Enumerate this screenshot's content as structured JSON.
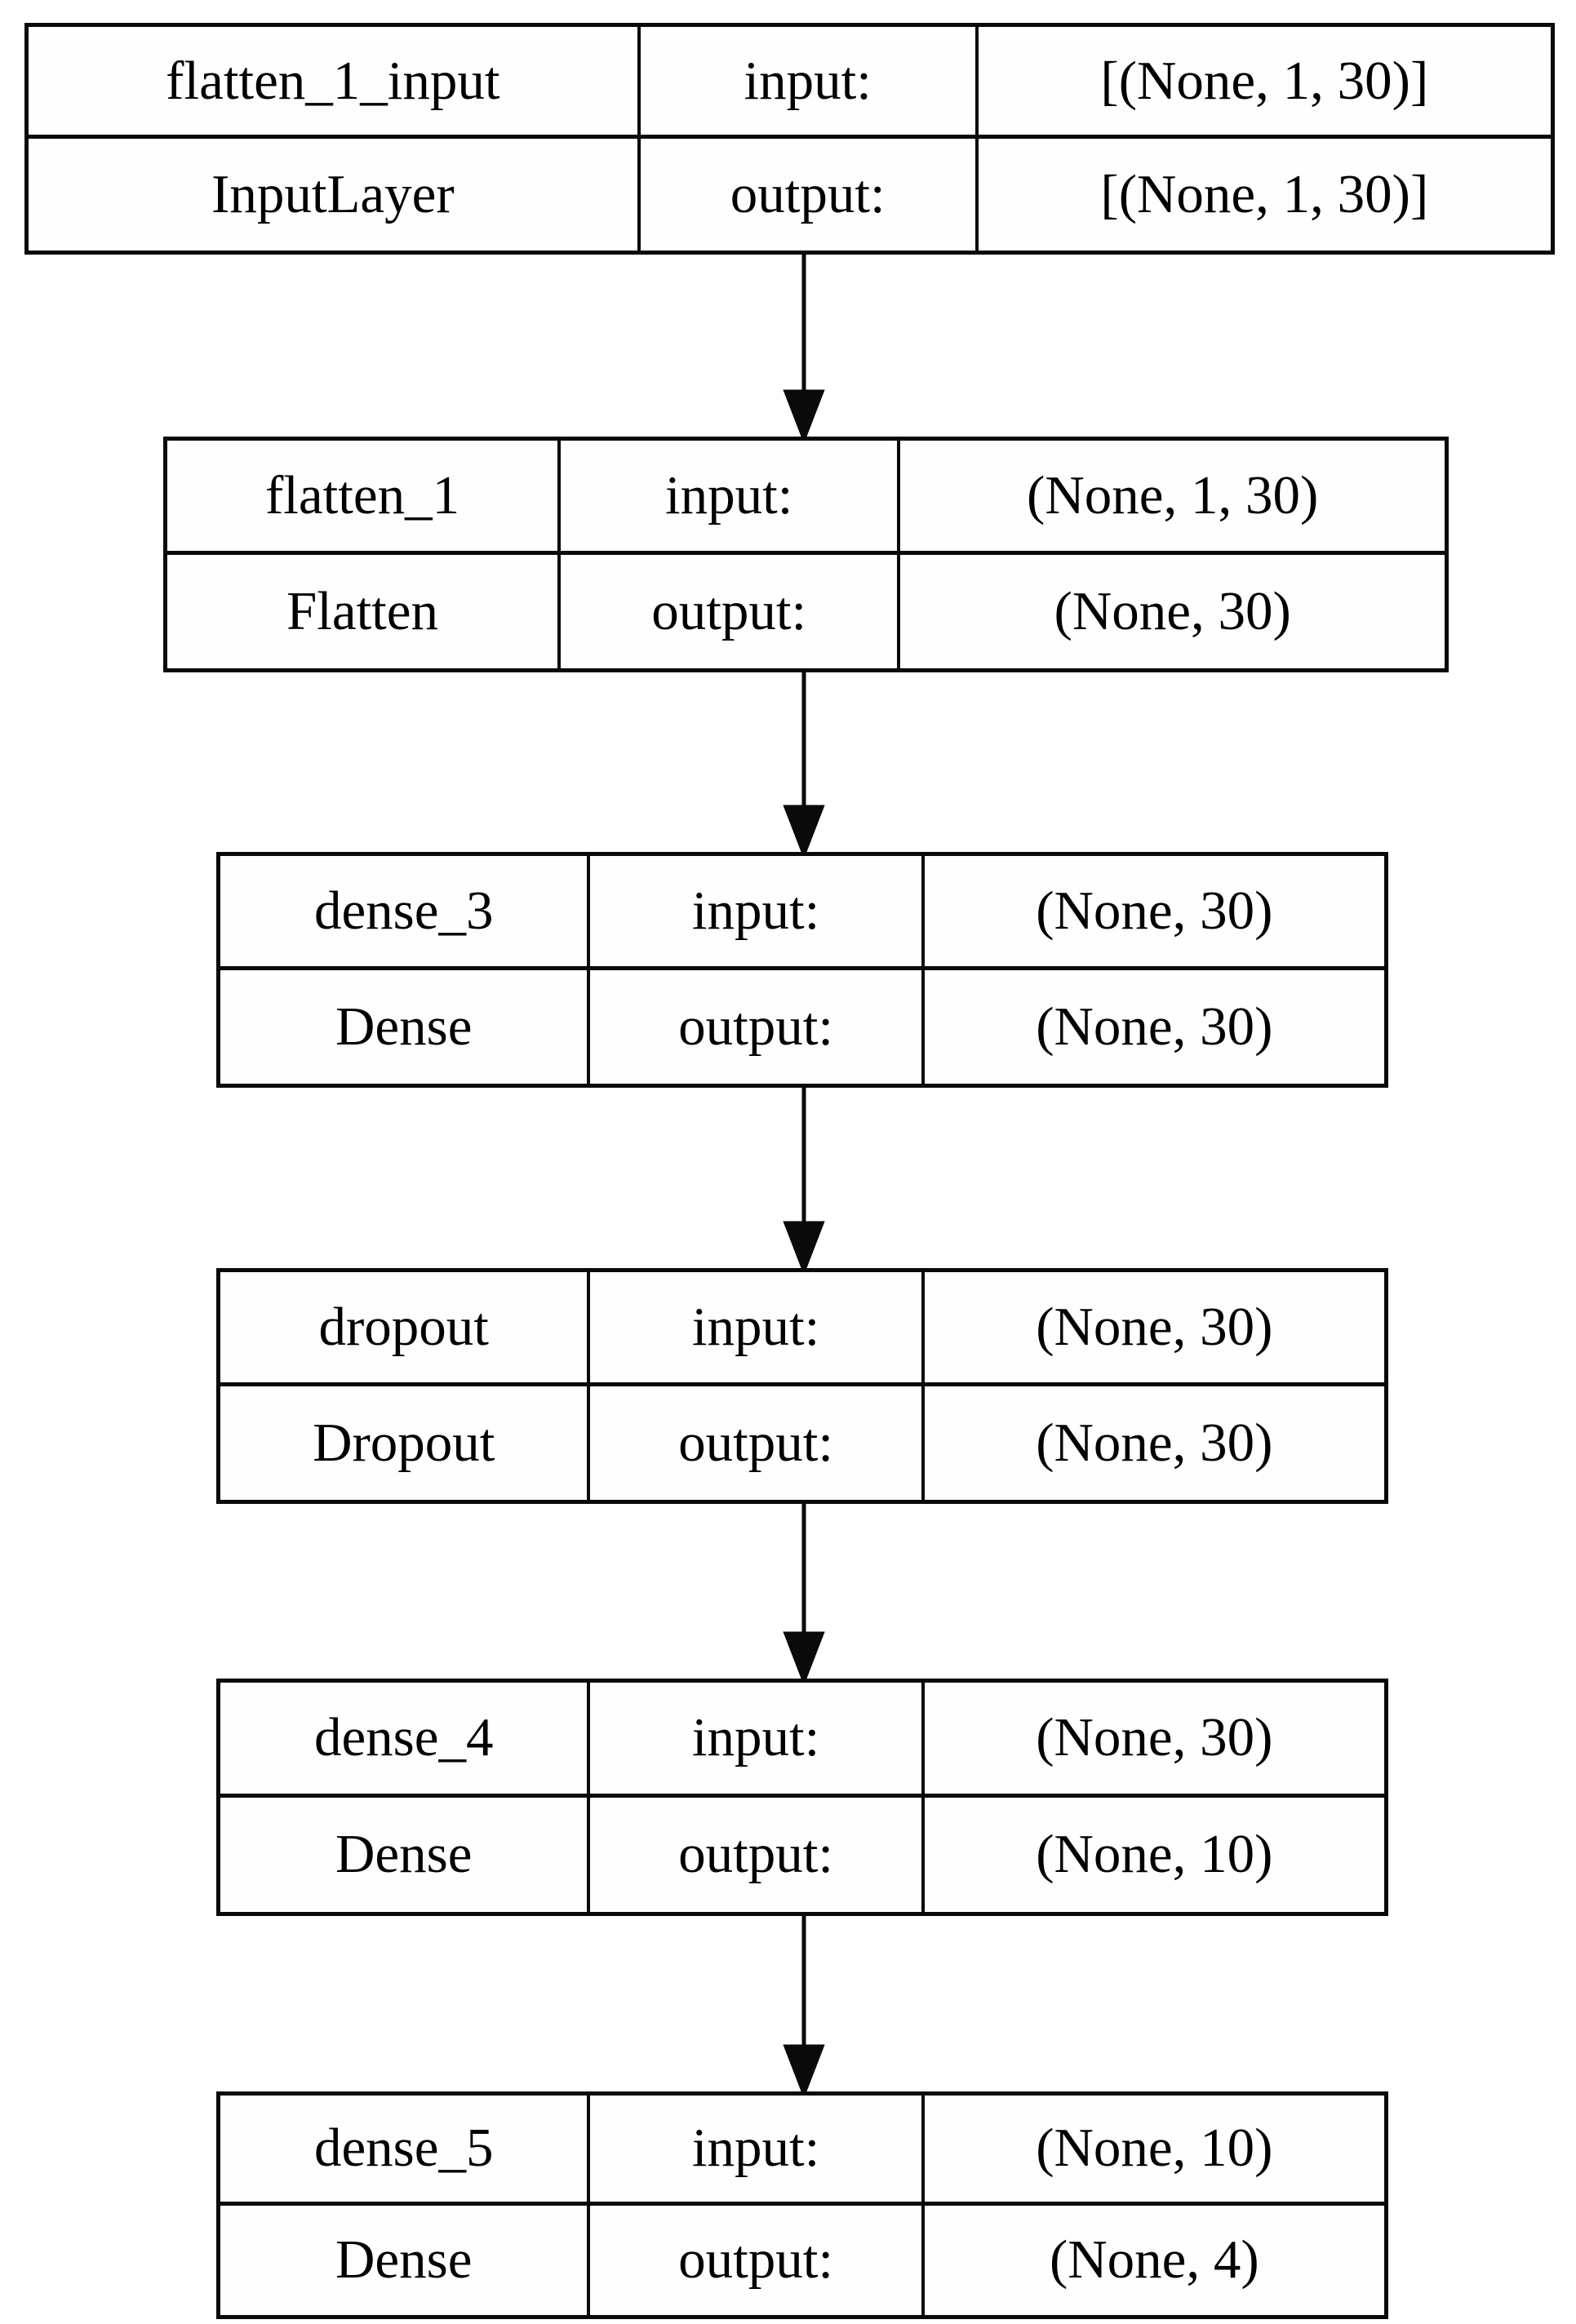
{
  "diagram": {
    "kind": "keras-model-plot",
    "background_color": "#ffffff",
    "line_color": "#0a0a0a",
    "text_color": "#000000",
    "nodes": [
      {
        "name": "flatten_1_input",
        "type": "InputLayer",
        "input_label": "input:",
        "output_label": "output:",
        "input_shape": "[(None, 1, 30)]",
        "output_shape": "[(None, 1, 30)]"
      },
      {
        "name": "flatten_1",
        "type": "Flatten",
        "input_label": "input:",
        "output_label": "output:",
        "input_shape": "(None, 1, 30)",
        "output_shape": "(None, 30)"
      },
      {
        "name": "dense_3",
        "type": "Dense",
        "input_label": "input:",
        "output_label": "output:",
        "input_shape": "(None, 30)",
        "output_shape": "(None, 30)"
      },
      {
        "name": "dropout",
        "type": "Dropout",
        "input_label": "input:",
        "output_label": "output:",
        "input_shape": "(None, 30)",
        "output_shape": "(None, 30)"
      },
      {
        "name": "dense_4",
        "type": "Dense",
        "input_label": "input:",
        "output_label": "output:",
        "input_shape": "(None, 30)",
        "output_shape": "(None, 10)"
      },
      {
        "name": "dense_5",
        "type": "Dense",
        "input_label": "input:",
        "output_label": "output:",
        "input_shape": "(None, 10)",
        "output_shape": "(None, 4)"
      }
    ]
  }
}
